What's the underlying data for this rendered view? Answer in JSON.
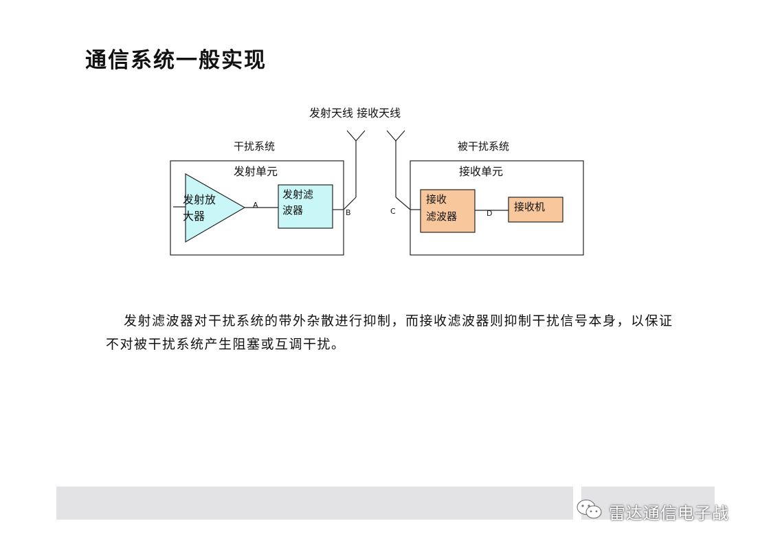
{
  "slide": {
    "title": "通信系统一般实现"
  },
  "diagram": {
    "antenna_labels": "发射天线  接收天线",
    "interference_system_label": "干扰系统",
    "victim_system_label": "被干扰系统",
    "tx_unit": {
      "title": "发射单元",
      "amp_line1": "发射放",
      "amp_line2": "大器",
      "filter_line1": "发射滤",
      "filter_line2": "波器"
    },
    "rx_unit": {
      "title": "接收单元",
      "filter_line1": "接收",
      "filter_line2": "滤波器",
      "receiver": "接收机"
    },
    "points": {
      "a": "A",
      "b": "B",
      "c": "C",
      "d": "D"
    },
    "colors": {
      "tx_fill": "#c9f7f7",
      "rx_fill": "#f9c79c",
      "line": "#222222"
    }
  },
  "caption": "发射滤波器对干扰系统的带外杂散进行抑制，而接收滤波器则抑制干扰信号本身，以保证不对被干扰系统产生阻塞或互调干扰。",
  "watermark": {
    "text": "雷达通信电子战",
    "icon": "wechat-icon"
  }
}
